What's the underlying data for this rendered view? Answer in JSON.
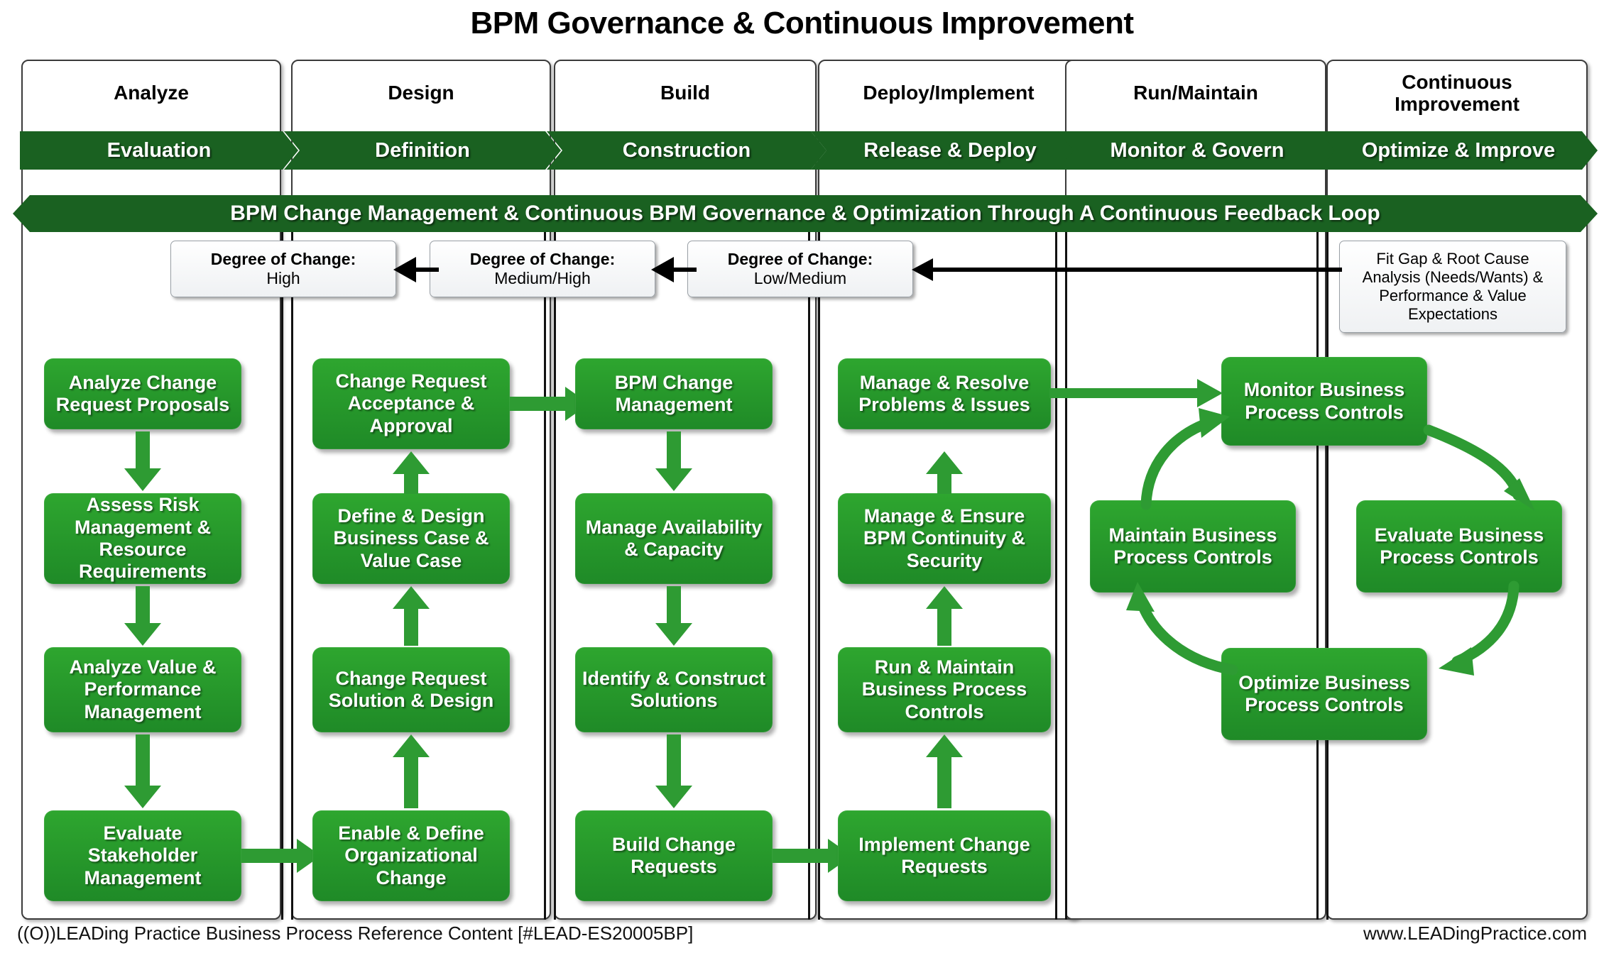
{
  "title": "BPM Governance & Continuous Improvement",
  "colors": {
    "banner_green": "#1a6121",
    "box_green": "#2ea62f",
    "arrow_green": "#2e9b33",
    "frame_gray": "#3b3b3b",
    "note_bg": "#eff1f3"
  },
  "lanes": [
    {
      "title": "Analyze",
      "phase": "Evaluation"
    },
    {
      "title": "Design",
      "phase": "Definition"
    },
    {
      "title": "Build",
      "phase": "Construction"
    },
    {
      "title": "Deploy/Implement",
      "phase": "Release & Deploy"
    },
    {
      "title": "Run/Maintain",
      "phase": "Monitor & Govern"
    },
    {
      "title": "Continuous\nImprovement",
      "phase": "Optimize & Improve"
    }
  ],
  "lane_titles": {
    "l0": "Analyze",
    "l1": "Design",
    "l2": "Build",
    "l3": "Deploy/Implement",
    "l4": "Run/Maintain",
    "l5_line1": "Continuous",
    "l5_line2": "Improvement"
  },
  "phases": {
    "p0": "Evaluation",
    "p1": "Definition",
    "p2": "Construction",
    "p3": "Release & Deploy",
    "p4": "Monitor & Govern",
    "p5": "Optimize & Improve"
  },
  "feedback_banner": "BPM Change Management & Continuous BPM Governance & Optimization Through A Continuous Feedback Loop",
  "degree_notes": [
    {
      "label": "Degree of Change:",
      "value": "High"
    },
    {
      "label": "Degree of Change:",
      "value": "Medium/High"
    },
    {
      "label": "Degree of Change:",
      "value": "Low/Medium"
    }
  ],
  "notes": {
    "n0_label": "Degree of Change:",
    "n0_value": "High",
    "n1_label": "Degree of Change:",
    "n1_value": "Medium/High",
    "n2_label": "Degree of Change:",
    "n2_value": "Low/Medium",
    "fitgap_l1": "Fit Gap & Root Cause",
    "fitgap_l2": "Analysis (Needs/Wants) &",
    "fitgap_l3": "Performance & Value",
    "fitgap_l4": "Expectations"
  },
  "processes": {
    "analyze": [
      "Analyze Change Request Proposals",
      "Assess Risk Management & Resource Requirements",
      "Analyze Value & Performance Management",
      "Evaluate Stakeholder Management"
    ],
    "design": [
      "Change Request Acceptance & Approval",
      "Define & Design Business Case & Value Case",
      "Change Request Solution & Design",
      "Enable & Define Organizational Change"
    ],
    "build": [
      "BPM Change Management",
      "Manage Availability & Capacity",
      "Identify & Construct Solutions",
      "Build Change Requests"
    ],
    "deploy": [
      "Manage & Resolve Problems & Issues",
      "Manage & Ensure BPM Continuity & Security",
      "Run & Maintain Business Process Controls",
      "Implement Change Requests"
    ],
    "cycle": {
      "monitor": "Monitor Business Process Controls",
      "evaluate": "Evaluate Business Process Controls",
      "optimize": "Optimize Business Process Controls",
      "maintain": "Maintain Business Process Controls"
    }
  },
  "footer": {
    "left": "((O))LEADing Practice Business Process Reference Content [#LEAD-ES20005BP]",
    "right": "www.LEADingPractice.com"
  }
}
